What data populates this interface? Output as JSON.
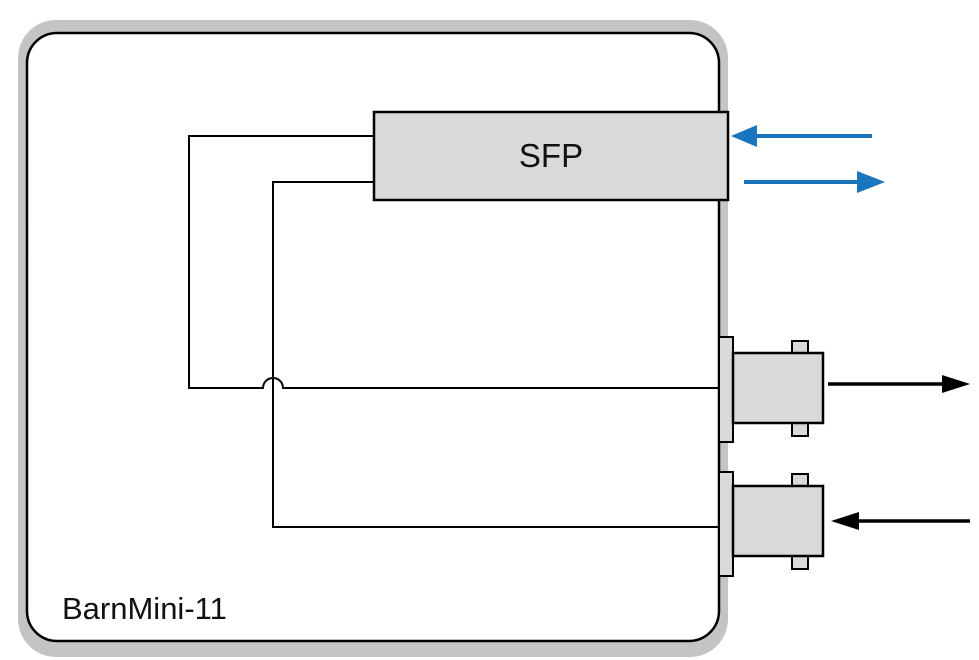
{
  "diagram": {
    "device_label": "BarnMini-11",
    "sfp_label": "SFP",
    "colors": {
      "device_fill": "#ffffff",
      "device_shadow": "#c4c4c4",
      "outline": "#000000",
      "component_fill": "#d9d9d9",
      "wire": "#000000",
      "optical_arrow": "#1b75bd",
      "sdi_arrow": "#000000"
    },
    "arrows": [
      {
        "name": "optical-in-arrow",
        "color": "#1b75bd",
        "direction": "left-into-sfp"
      },
      {
        "name": "optical-out-arrow",
        "color": "#1b75bd",
        "direction": "right-out-of-sfp"
      },
      {
        "name": "sdi-out-arrow",
        "color": "#000000",
        "direction": "right-out-of-top-bnc"
      },
      {
        "name": "sdi-in-arrow",
        "color": "#000000",
        "direction": "left-into-bottom-bnc"
      }
    ],
    "ports": [
      {
        "name": "sfp-cage",
        "label": "SFP"
      },
      {
        "name": "bnc-output",
        "label": ""
      },
      {
        "name": "bnc-input",
        "label": ""
      }
    ]
  }
}
